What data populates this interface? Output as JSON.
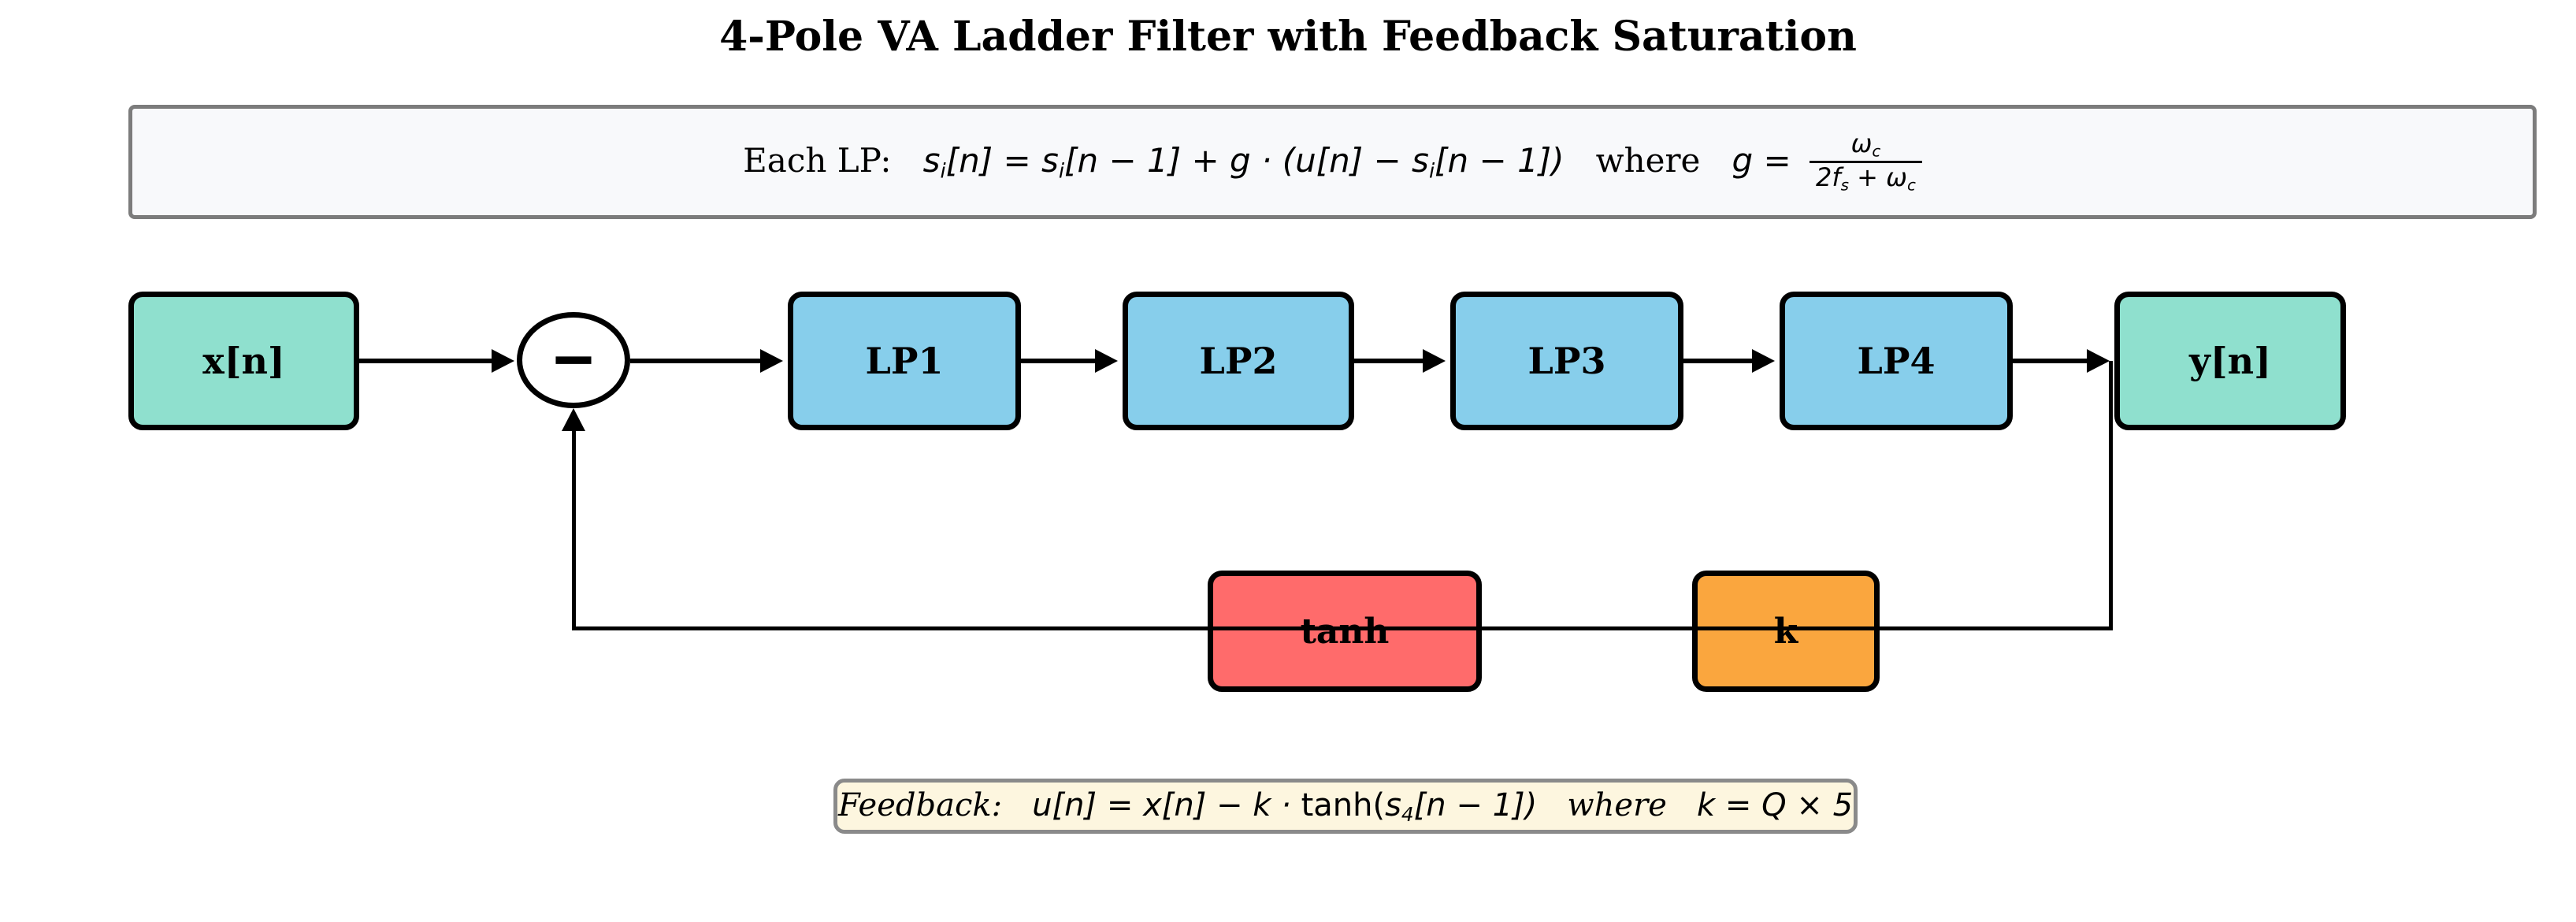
{
  "title": "4-Pole VA Ladder Filter with Feedback Saturation",
  "colors": {
    "node_io": "#8FE0CE",
    "node_lp": "#87CEEB",
    "node_tanh": "#FF6B6B",
    "node_gain": "#FAA63E",
    "top_box_bg": "#F8F9FB",
    "top_box_border": "#7C7C7C",
    "bottom_box_bg": "#FDF6DF",
    "bottom_box_border": "#8A8A8A",
    "line": "#000000"
  },
  "lp_formula": {
    "pre": [
      {
        "t": "Each LP:   ",
        "s": "rm"
      },
      {
        "t": "s",
        "s": "it"
      },
      {
        "t": "i",
        "s": "sub"
      },
      {
        "t": "[n] = s",
        "s": "it"
      },
      {
        "t": "i",
        "s": "sub"
      },
      {
        "t": "[n − 1] + g · (u[n] − s",
        "s": "it"
      },
      {
        "t": "i",
        "s": "sub"
      },
      {
        "t": "[n − 1])",
        "s": "it"
      },
      {
        "t": "   where   ",
        "s": "rm"
      },
      {
        "t": "g = ",
        "s": "it"
      }
    ],
    "frac_num": [
      {
        "t": "ω",
        "s": "it"
      },
      {
        "t": "c",
        "s": "sub"
      }
    ],
    "frac_den": [
      {
        "t": "2f",
        "s": "it"
      },
      {
        "t": "s",
        "s": "sub"
      },
      {
        "t": " + ω",
        "s": "it"
      },
      {
        "t": "c",
        "s": "sub"
      }
    ]
  },
  "feedback_formula": {
    "segments": [
      {
        "t": "Feedback:   ",
        "s": "rmit"
      },
      {
        "t": "u[n] = x[n] − k · ",
        "s": "it"
      },
      {
        "t": "tanh(",
        "s": "up"
      },
      {
        "t": "s",
        "s": "it"
      },
      {
        "t": "4",
        "s": "sub"
      },
      {
        "t": "[n − 1])",
        "s": "it"
      },
      {
        "t": "   where   ",
        "s": "rmit"
      },
      {
        "t": "k = Q × 5",
        "s": "it"
      }
    ]
  },
  "nodes": {
    "input": {
      "label": "x[n]"
    },
    "lp1": {
      "label": "LP1"
    },
    "lp2": {
      "label": "LP2"
    },
    "lp3": {
      "label": "LP3"
    },
    "lp4": {
      "label": "LP4"
    },
    "output": {
      "label": "y[n]"
    },
    "tanh": {
      "label": "tanh"
    },
    "gain": {
      "label": "k"
    },
    "sum": {
      "symbol": "−"
    }
  }
}
